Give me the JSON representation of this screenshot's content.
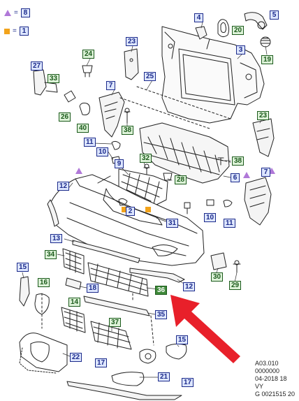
{
  "legend": [
    {
      "symbol": "triangle",
      "equals": "=",
      "ref": "8"
    },
    {
      "symbol": "square",
      "equals": "=",
      "ref": "1"
    }
  ],
  "callouts": {
    "c4": "4",
    "c20": "20",
    "c5": "5",
    "c3": "3",
    "c19": "19",
    "c24": "24",
    "c23a": "23",
    "c25": "25",
    "c27": "27",
    "c33": "33",
    "c7a": "7",
    "c26": "26",
    "c40": "40",
    "c38a": "38",
    "c23b": "23",
    "c11a": "11",
    "c10a": "10",
    "c32": "32",
    "c38b": "38",
    "c9": "9",
    "c28": "28",
    "c6": "6",
    "c7b": "7",
    "c12a": "12",
    "c2": "2",
    "c10b": "10",
    "c11b": "11",
    "c31": "31",
    "c13": "13",
    "c34": "34",
    "c30": "30",
    "c29": "29",
    "c15a": "15",
    "c16": "16",
    "c18": "18",
    "c12b": "12",
    "c36": "36",
    "c14": "14",
    "c35": "35",
    "c37": "37",
    "c15b": "15",
    "c22": "22",
    "c17a": "17",
    "c21": "21",
    "c17b": "17"
  },
  "colors": {
    "blue_box": "#dde6ff",
    "blue_border": "#1b2a8a",
    "green_box": "#ddf2d8",
    "green_fill": "#3f8a3a",
    "triangle": "#b078d8",
    "square": "#f2a31b",
    "arrow": "#e8202a"
  },
  "footer": {
    "line1": "A03.010",
    "line2": "0000000",
    "line3": "04-2018 18",
    "line4": "VY",
    "line5": "G 0021515 20"
  }
}
